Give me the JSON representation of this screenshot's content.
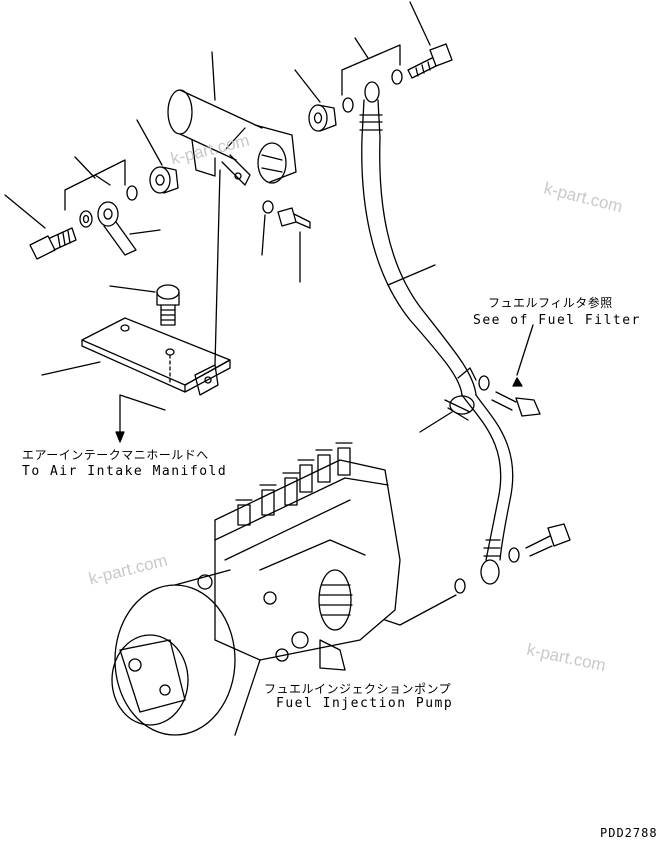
{
  "labels": {
    "fuel_filter_jp": "フュエルフィルタ参照",
    "fuel_filter_en": "See of Fuel Filter",
    "air_intake_jp": "エアーインテークマニホールドへ",
    "air_intake_en": "To Air Intake Manifold",
    "pump_jp": "フュエルインジェクションポンプ",
    "pump_en": "Fuel Injection Pump"
  },
  "watermark": "k-part.com",
  "drawing_code": "PDD2788"
}
